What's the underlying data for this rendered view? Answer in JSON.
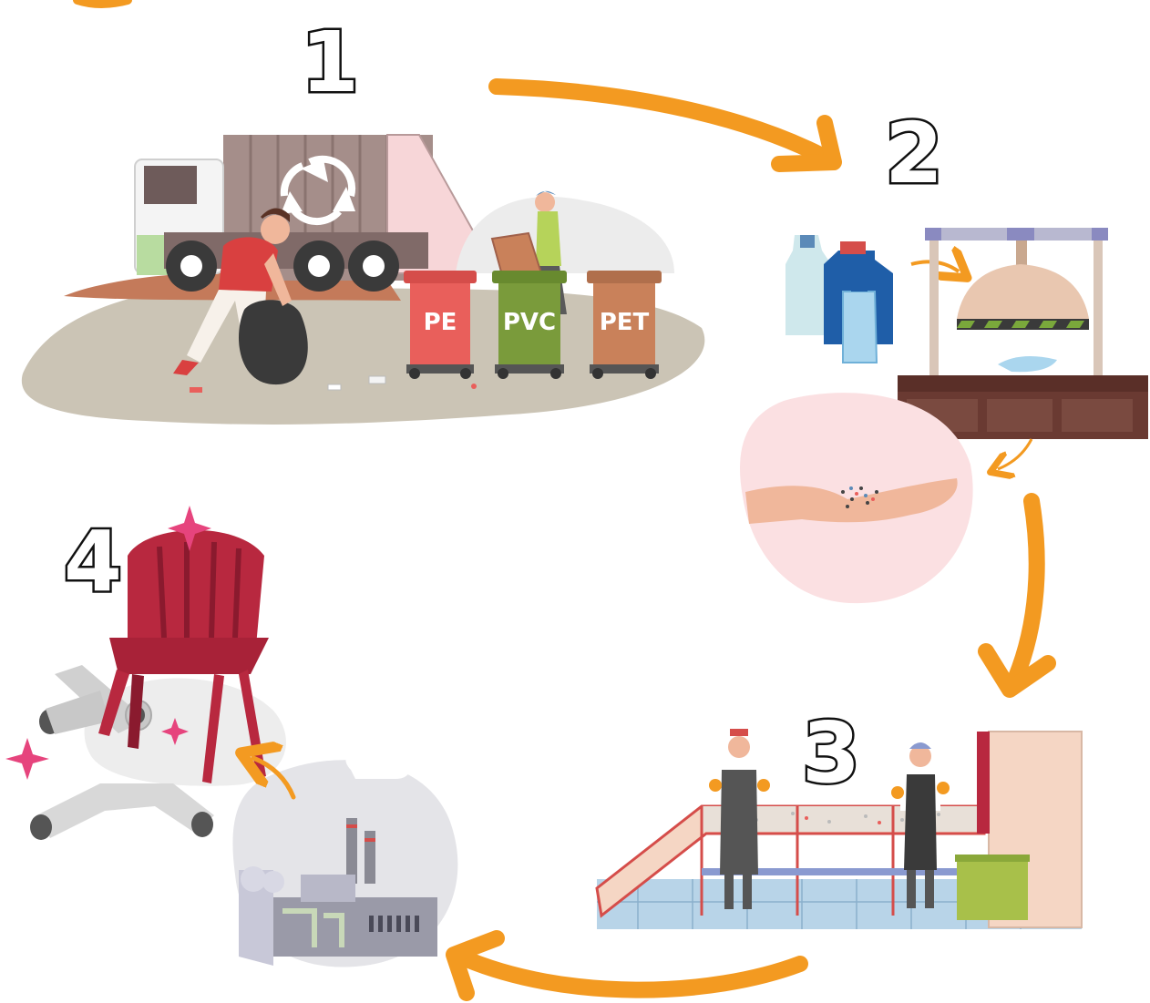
{
  "steps": {
    "step1": {
      "number": "1"
    },
    "step2": {
      "number": "2"
    },
    "step3": {
      "number": "3"
    },
    "step4": {
      "number": "4"
    }
  },
  "bins": [
    {
      "label": "PE",
      "color": "#e95f5b"
    },
    {
      "label": "PVC",
      "color": "#7a9b3b"
    },
    {
      "label": "PET",
      "color": "#c9815a"
    }
  ],
  "colors": {
    "arrow": "#f39a21",
    "ground": "#cbc4b5",
    "truck_body": "#a58e8a",
    "sparkle": "#e6447d",
    "chair": "#b8283f",
    "factory_bg": "#e4e4e8",
    "pellet_bg": "#fbe0e2"
  },
  "icons": [
    "arrow-1-to-2-icon",
    "arrow-2-to-3-icon",
    "arrow-3-to-4-icon",
    "recycle-icon",
    "sparkle-icon"
  ]
}
